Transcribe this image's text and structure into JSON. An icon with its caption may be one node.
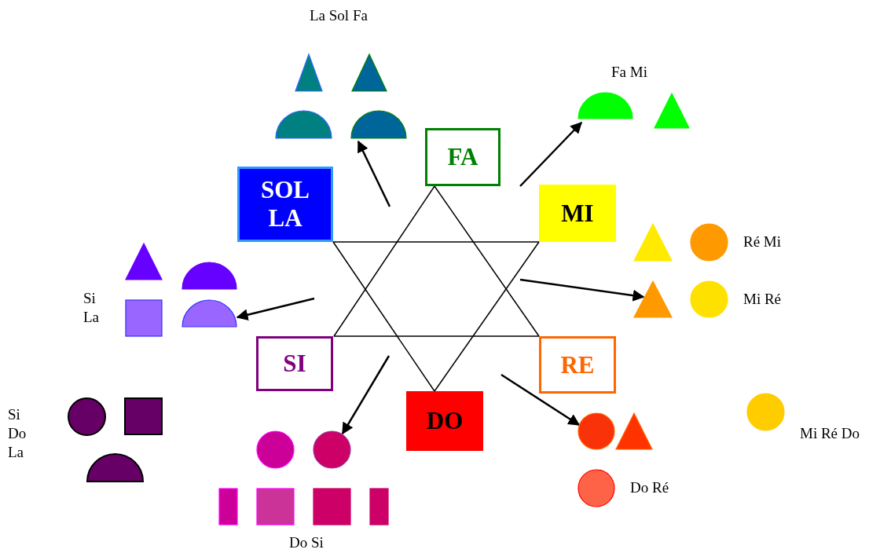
{
  "diagram": {
    "nodes": [
      {
        "text": [
          "FA"
        ]
      },
      {
        "text": [
          "SOL LA"
        ]
      },
      {
        "text": [
          "MI"
        ]
      },
      {
        "text": [
          "SI"
        ]
      },
      {
        "text": [
          "RE"
        ]
      },
      {
        "text": [
          "DO"
        ]
      },
      {
        "text": [],
        "shape": "triangle"
      },
      {
        "text": [],
        "shape": "triangle"
      },
      {
        "text": [],
        "shape": "semicircle"
      },
      {
        "text": [],
        "shape": "semicircle"
      },
      {
        "text": [],
        "shape": "semicircle"
      },
      {
        "text": [],
        "shape": "triangle"
      },
      {
        "text": [],
        "shape": "triangle"
      },
      {
        "text": [],
        "shape": "circle"
      },
      {
        "text": [],
        "shape": "triangle"
      },
      {
        "text": [],
        "shape": "circle"
      },
      {
        "text": [],
        "shape": "circle"
      },
      {
        "text": [],
        "shape": "triangle"
      },
      {
        "text": [],
        "shape": "semicircle"
      },
      {
        "text": [],
        "shape": "box"
      },
      {
        "text": [],
        "shape": "semicircle"
      },
      {
        "text": [],
        "shape": "circle"
      },
      {
        "text": [],
        "shape": "box"
      },
      {
        "text": [],
        "shape": "semicircle"
      },
      {
        "text": [],
        "shape": "circle"
      },
      {
        "text": [],
        "shape": "triangle"
      },
      {
        "text": [],
        "shape": "circle"
      },
      {
        "text": [],
        "shape": "circle"
      },
      {
        "text": [],
        "shape": "circle"
      },
      {
        "text": [],
        "shape": "box"
      },
      {
        "text": [],
        "shape": "box"
      },
      {
        "text": [],
        "shape": "box"
      },
      {
        "text": [],
        "shape": "box"
      }
    ],
    "edges": [
      {
        "from": 0,
        "to": 3,
        "arrow": "none"
      },
      {
        "from": 0,
        "to": 4,
        "arrow": "none"
      },
      {
        "from": 3,
        "to": 4,
        "arrow": "none"
      },
      {
        "from": 1,
        "to": 2,
        "arrow": "none"
      },
      {
        "from": 1,
        "to": 5,
        "arrow": "none"
      },
      {
        "from": 2,
        "to": 5,
        "arrow": "none"
      },
      {
        "from": null,
        "to": 9,
        "arrow": "to"
      },
      {
        "from": null,
        "to": 10,
        "arrow": "to"
      },
      {
        "from": null,
        "to": 14,
        "arrow": "to"
      },
      {
        "from": null,
        "to": 20,
        "arrow": "to"
      },
      {
        "from": null,
        "to": 28,
        "arrow": "to"
      },
      {
        "from": null,
        "to": 24,
        "arrow": "to"
      }
    ],
    "labels": [
      "La Sol Fa",
      "Fa Mi",
      "Ré Mi",
      "Si La",
      "Mi Ré",
      "Mi Ré Do",
      "Si Do La",
      "Do Ré",
      "Do Si"
    ]
  }
}
